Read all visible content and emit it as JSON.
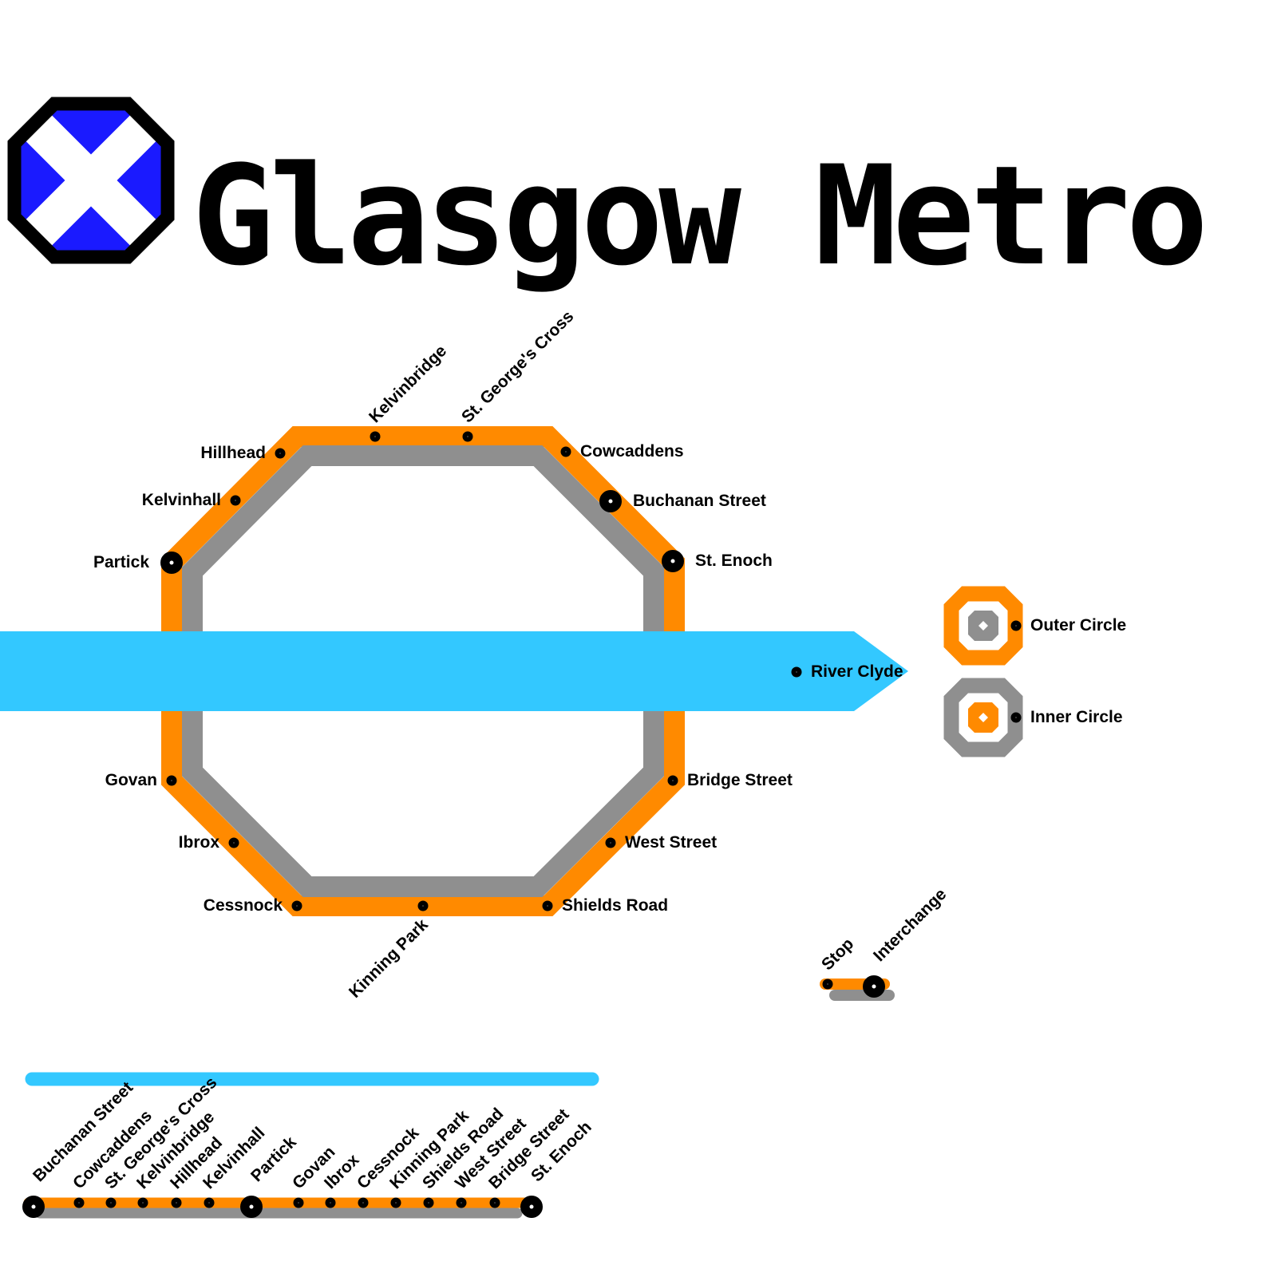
{
  "title": "Glasgow Metro",
  "logo": {
    "description": "Scottish saltire flag"
  },
  "colors": {
    "outer_orange": "#ff8a00",
    "inner_grey": "#8f8f8f",
    "river_cyan": "#33c8ff",
    "flag_blue": "#1a1aff"
  },
  "map": {
    "stations": [
      {
        "name": "Kelvinbridge",
        "type": "stop"
      },
      {
        "name": "St. George's Cross",
        "type": "stop"
      },
      {
        "name": "Cowcaddens",
        "type": "stop"
      },
      {
        "name": "Buchanan Street",
        "type": "interchange"
      },
      {
        "name": "St. Enoch",
        "type": "interchange"
      },
      {
        "name": "Bridge Street",
        "type": "stop"
      },
      {
        "name": "West Street",
        "type": "stop"
      },
      {
        "name": "Shields Road",
        "type": "stop"
      },
      {
        "name": "Kinning Park",
        "type": "stop"
      },
      {
        "name": "Cessnock",
        "type": "stop"
      },
      {
        "name": "Ibrox",
        "type": "stop"
      },
      {
        "name": "Govan",
        "type": "stop"
      },
      {
        "name": "Partick",
        "type": "interchange"
      },
      {
        "name": "Kelvinhall",
        "type": "stop"
      },
      {
        "name": "Hillhead",
        "type": "stop"
      }
    ],
    "river": {
      "label": "River Clyde"
    }
  },
  "legend": {
    "outer_circle_label": "Outer Circle",
    "inner_circle_label": "Inner Circle",
    "stop_label": "Stop",
    "interchange_label": "Interchange"
  },
  "linear_map": {
    "stations": [
      {
        "name": "Buchanan Street",
        "type": "interchange"
      },
      {
        "name": "Cowcaddens",
        "type": "stop"
      },
      {
        "name": "St. George's Cross",
        "type": "stop"
      },
      {
        "name": "Kelvinbridge",
        "type": "stop"
      },
      {
        "name": "Hillhead",
        "type": "stop"
      },
      {
        "name": "Kelvinhall",
        "type": "stop"
      },
      {
        "name": "Partick",
        "type": "interchange"
      },
      {
        "name": "Govan",
        "type": "stop"
      },
      {
        "name": "Ibrox",
        "type": "stop"
      },
      {
        "name": "Cessnock",
        "type": "stop"
      },
      {
        "name": "Kinning Park",
        "type": "stop"
      },
      {
        "name": "Shields Road",
        "type": "stop"
      },
      {
        "name": "West Street",
        "type": "stop"
      },
      {
        "name": "Bridge Street",
        "type": "stop"
      },
      {
        "name": "St. Enoch",
        "type": "interchange"
      }
    ]
  }
}
